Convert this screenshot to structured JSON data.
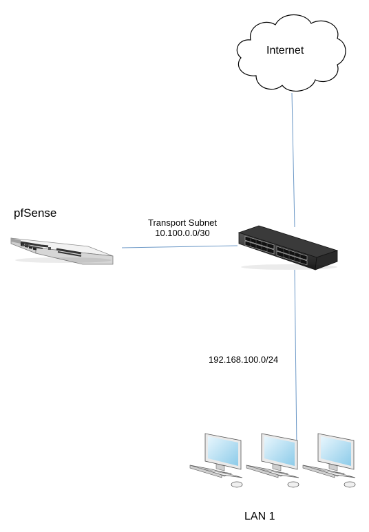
{
  "diagram": {
    "nodes": {
      "internet": {
        "label": "Internet",
        "icon": "cloud-icon"
      },
      "pfsense": {
        "label": "pfSense",
        "icon": "firewall-appliance-icon"
      },
      "switch": {
        "label": "",
        "icon": "network-switch-icon"
      },
      "lan": {
        "label": "LAN 1",
        "icon": "workstation-icon",
        "count": 3
      }
    },
    "links": {
      "transport": {
        "line1": "Transport Subnet",
        "line2": "10.100.0.0/30"
      },
      "lan_subnet": {
        "label": "192.168.100.0/24"
      }
    },
    "colors": {
      "link_line": "#6a97c6",
      "device_body": "#d9d9d9",
      "switch_body": "#2b2b2b",
      "monitor_screen": "#a8d8f0"
    }
  }
}
